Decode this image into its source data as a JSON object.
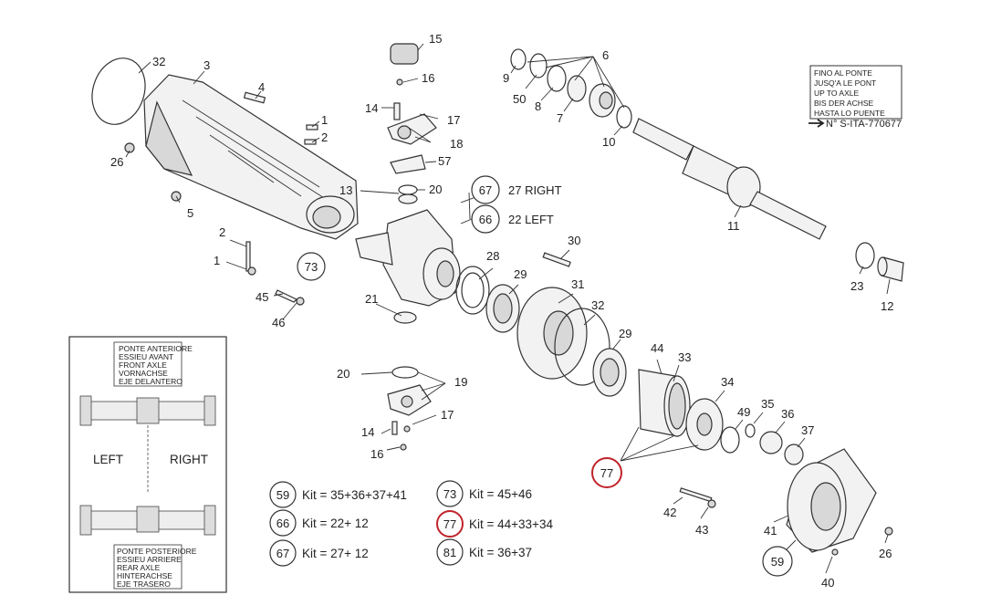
{
  "callouts": {
    "c77": "77",
    "c73": "73",
    "c67": "67",
    "c66": "66",
    "c59": "59"
  },
  "sides": {
    "right": "27  RIGHT",
    "left": "22  LEFT"
  },
  "parts": {
    "p32a": "32",
    "p3": "3",
    "p4": "4",
    "p26a": "26",
    "p1a": "1",
    "p2a": "2",
    "p5": "5",
    "p2b": "2",
    "p1b": "1",
    "p45": "45",
    "p46": "46",
    "p15": "15",
    "p16a": "16",
    "p14a": "14",
    "p17a": "17",
    "p18": "18",
    "p57": "57",
    "p13": "13",
    "p20a": "20",
    "p21": "21",
    "p20b": "20",
    "p19": "19",
    "p14b": "14",
    "p17b": "17",
    "p16b": "16",
    "p9": "9",
    "p50": "50",
    "p8": "8",
    "p7": "7",
    "p6": "6",
    "p10": "10",
    "p11": "11",
    "p23": "23",
    "p12": "12",
    "p28": "28",
    "p29a": "29",
    "p30": "30",
    "p31": "31",
    "p32b": "32",
    "p29b": "29",
    "p44": "44",
    "p33": "33",
    "p34": "34",
    "p49": "49",
    "p35": "35",
    "p36": "36",
    "p37": "37",
    "p42": "42",
    "p43": "43",
    "p41": "41",
    "p26b": "26",
    "p40": "40"
  },
  "note_box": {
    "lines": [
      "FINO AL PONTE",
      "JUSQ'A LE PONT",
      "UP TO AXLE",
      "BIS DER ACHSE",
      "HASTA LO PUENTE"
    ],
    "serial": "N° S-ITA-770677"
  },
  "axle_box": {
    "front_lines": [
      "PONTE ANTERIORE",
      "ESSIEU AVANT",
      "FRONT AXLE",
      "VORNACHSE",
      "EJE DELANTERO"
    ],
    "rear_lines": [
      "PONTE POSTERIORE",
      "ESSIEU ARRIERE",
      "REAR AXLE",
      "HINTERACHSE",
      "EJE TRASERO"
    ],
    "left": "LEFT",
    "right": "RIGHT"
  },
  "kits": [
    {
      "num": "59",
      "text": "Kit = 35+36+37+41"
    },
    {
      "num": "66",
      "text": "Kit = 22+ 12"
    },
    {
      "num": "67",
      "text": "Kit = 27+ 12"
    },
    {
      "num": "73",
      "text": "Kit = 45+46"
    },
    {
      "num": "77",
      "text": "Kit = 44+33+34"
    },
    {
      "num": "81",
      "text": "Kit = 36+37"
    }
  ],
  "colors": {
    "highlight": "#c0242a",
    "ink": "#333333"
  }
}
